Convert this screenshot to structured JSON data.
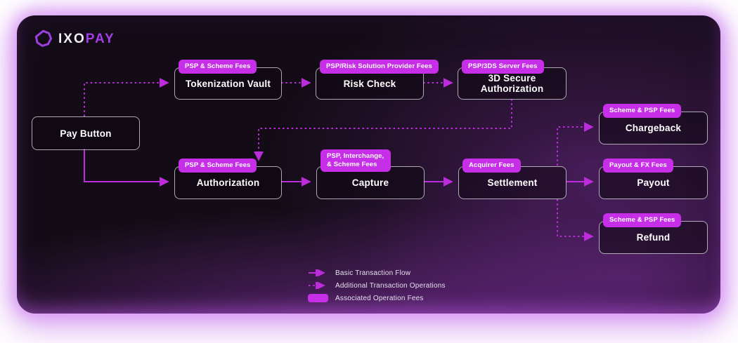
{
  "logo": {
    "text_primary": "IXO",
    "text_secondary": "PAY"
  },
  "colors": {
    "accent_fee_chip": "#C62EE8",
    "accent_flow_line": "#BC2CDC",
    "panel_background": "#130C16",
    "node_border": "#E9E4F0",
    "node_text": "#FFFFFF"
  },
  "nodes": {
    "pay_button": {
      "label": "Pay Button"
    },
    "tokenization_vault": {
      "label": "Tokenization Vault",
      "fee": "PSP & Scheme Fees"
    },
    "risk_check": {
      "label": "Risk Check",
      "fee": "PSP/Risk Solution Provider Fees"
    },
    "three_d_secure": {
      "label": "3D Secure Authorization",
      "fee": "PSP/3DS Server Fees"
    },
    "authorization": {
      "label": "Authorization",
      "fee": "PSP & Scheme Fees"
    },
    "capture": {
      "label": "Capture",
      "fee": "PSP, Interchange, & Scheme Fees"
    },
    "settlement": {
      "label": "Settlement",
      "fee": "Acquirer Fees"
    },
    "chargeback": {
      "label": "Chargeback",
      "fee": "Scheme & PSP Fees"
    },
    "payout": {
      "label": "Payout",
      "fee": "Payout & FX Fees"
    },
    "refund": {
      "label": "Refund",
      "fee": "Scheme & PSP Fees"
    }
  },
  "legend": {
    "solid_arrow": "Basic Transaction Flow",
    "dotted_arrow": "Additional Transaction Operations",
    "fee_swatch": "Associated Operation Fees"
  }
}
